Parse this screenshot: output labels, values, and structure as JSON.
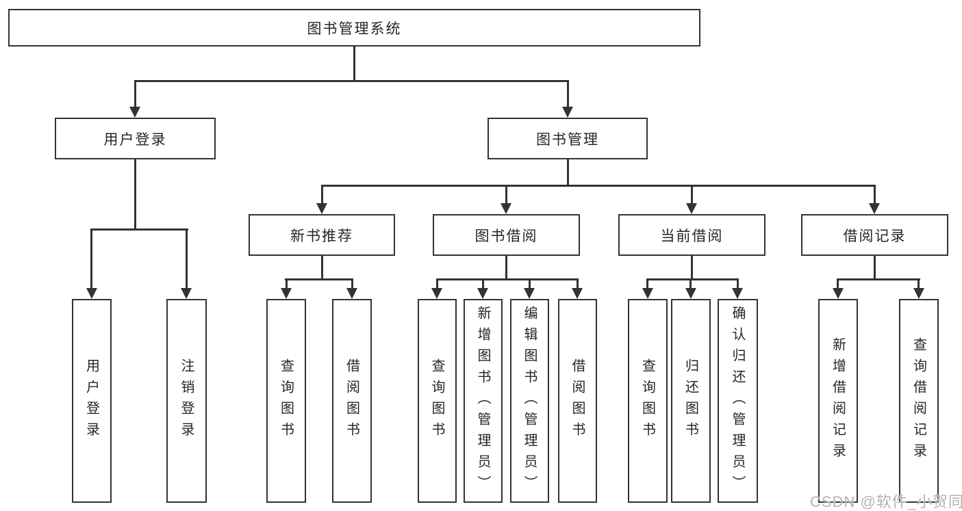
{
  "root": {
    "label": "图书管理系统"
  },
  "branches": [
    {
      "label": "用户登录",
      "leaves": [
        {
          "label": "用户登录"
        },
        {
          "label": "注销登录"
        }
      ]
    },
    {
      "label": "图书管理",
      "children": [
        {
          "label": "新书推荐",
          "leaves": [
            {
              "label": "查询图书"
            },
            {
              "label": "借阅图书"
            }
          ]
        },
        {
          "label": "图书借阅",
          "leaves": [
            {
              "label": "查询图书"
            },
            {
              "label": "新增图书（管理员）"
            },
            {
              "label": "编辑图书（管理员）"
            },
            {
              "label": "借阅图书"
            }
          ]
        },
        {
          "label": "当前借阅",
          "leaves": [
            {
              "label": "查询图书"
            },
            {
              "label": "归还图书"
            },
            {
              "label": "确认归还（管理员）"
            }
          ]
        },
        {
          "label": "借阅记录",
          "leaves": [
            {
              "label": "新增借阅记录"
            },
            {
              "label": "查询借阅记录"
            }
          ]
        }
      ]
    }
  ],
  "watermark": {
    "label": "CSDN @软件_小贺同学"
  },
  "colors": {
    "line": "#333333",
    "text": "#262626",
    "background": "#ffffff",
    "watermark": "#b3b3b3"
  }
}
